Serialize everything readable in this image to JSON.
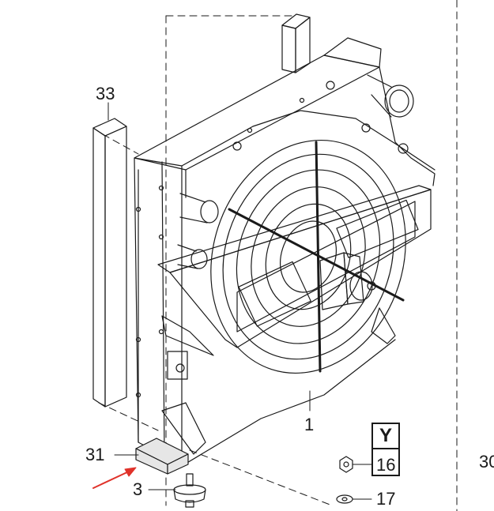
{
  "labels": {
    "part_33": "33",
    "part_31": "31",
    "part_3": "3",
    "part_1": "1",
    "part_16": "16",
    "part_17": "17",
    "part_30_partial": "30",
    "view_letter": "Y"
  },
  "colors": {
    "line": "#1a1a1a",
    "arrow": "#e0322a",
    "pad_fill": "#e6e6e6"
  }
}
